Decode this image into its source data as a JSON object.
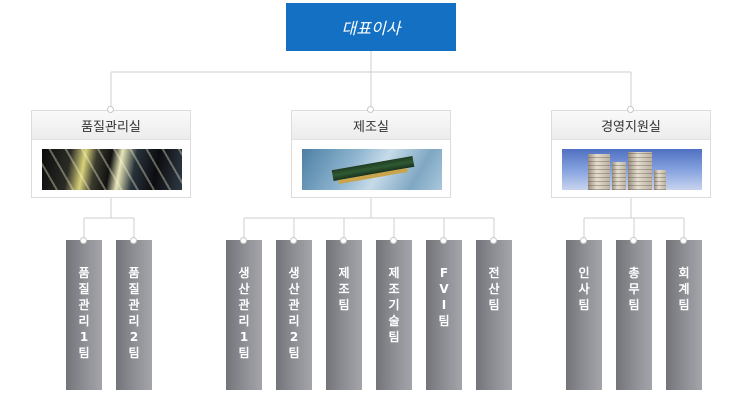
{
  "ceo": {
    "label": "대표이사"
  },
  "departments": [
    {
      "name": "품질관리실",
      "image": "production-line-photo",
      "teams": [
        "품질관리1팀",
        "품질관리2팀"
      ]
    },
    {
      "name": "제조실",
      "image": "memory-module-photo",
      "teams": [
        "생산관리1팀",
        "생산관리2팀",
        "제조팀",
        "제조기술팀",
        "FVI팀",
        "전산팀"
      ]
    },
    {
      "name": "경영지원실",
      "image": "office-buildings-photo",
      "teams": [
        "인사팀",
        "총무팀",
        "회계팀"
      ]
    }
  ],
  "colors": {
    "ceo_box": "#1470c2",
    "connector": "#cfcfcf",
    "team_column": "#8f9197"
  }
}
